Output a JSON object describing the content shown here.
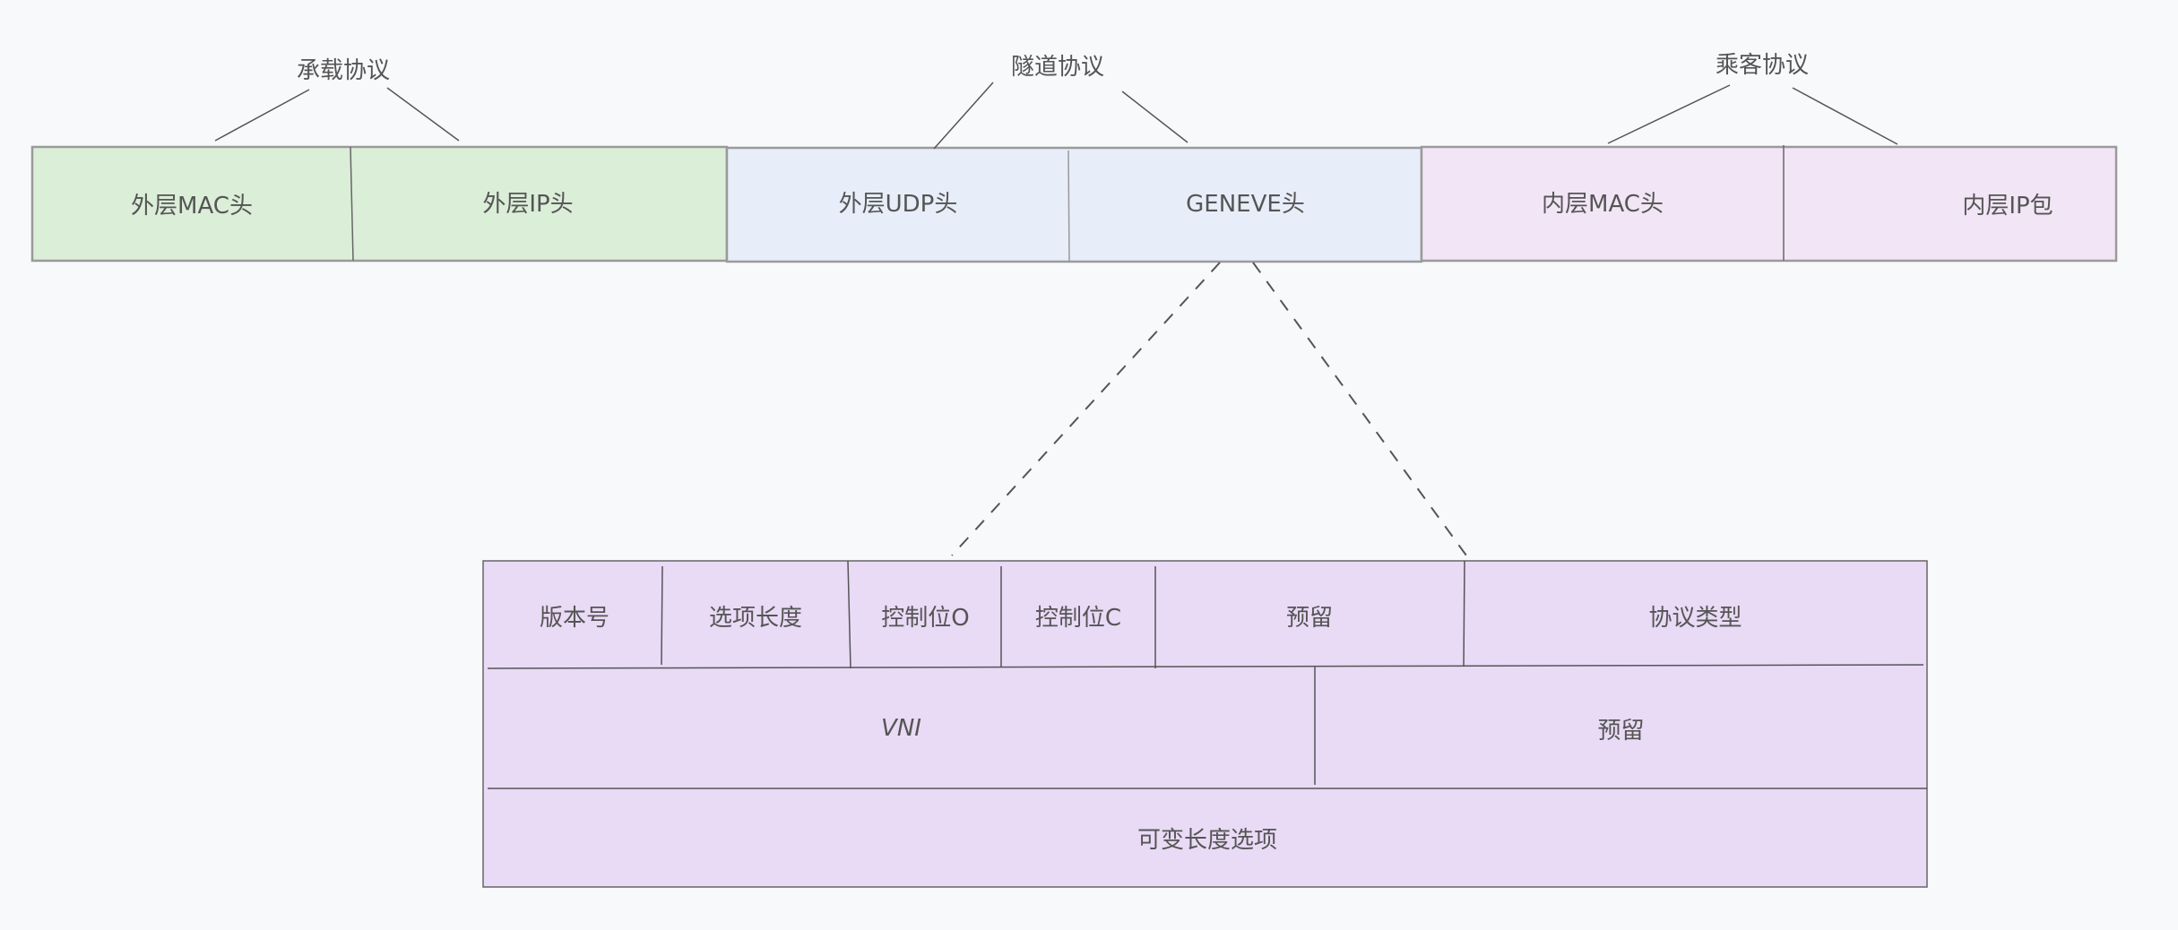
{
  "groups": {
    "carrier": "承载协议",
    "tunnel": "隧道协议",
    "passenger": "乘客协议"
  },
  "packet": {
    "outer_mac": "外层MAC头",
    "outer_ip": "外层IP头",
    "outer_udp": "外层UDP头",
    "geneve": "GENEVE头",
    "inner_mac": "内层MAC头",
    "inner_ip": "内层IP包"
  },
  "header": {
    "version": "版本号",
    "opt_len": "选项长度",
    "ctrl_o": "控制位O",
    "ctrl_c": "控制位C",
    "reserved1": "预留",
    "proto_type": "协议类型",
    "vni": "VNI",
    "reserved2": "预留",
    "var_options": "可变长度选项"
  },
  "colors": {
    "carrier_fill": "#dbeed8",
    "tunnel_fill": "#e7eef9",
    "passenger_fill": "#f2e6f6",
    "header_fill": "#e9daf6",
    "stroke": "#9a9a9a"
  }
}
